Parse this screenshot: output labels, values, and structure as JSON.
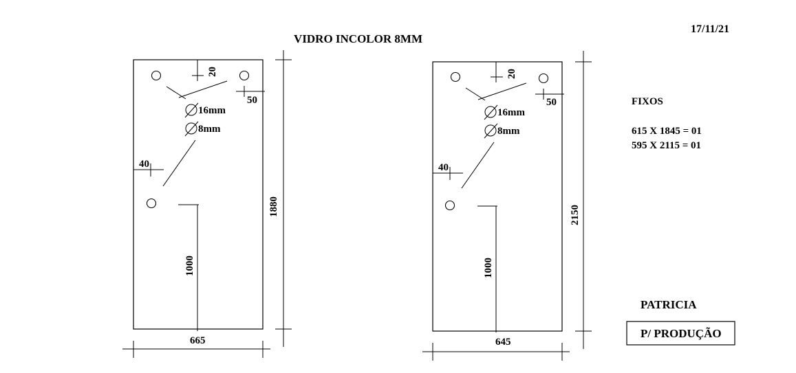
{
  "header": {
    "title": "VIDRO INCOLOR 8MM",
    "date": "17/11/21"
  },
  "panels": [
    {
      "width": "665",
      "height": "1880",
      "top_offset": "20",
      "right_offset": "50",
      "left_offset": "40",
      "hinge_offset": "1000",
      "diameter_large": "16mm",
      "diameter_small": "8mm"
    },
    {
      "width": "645",
      "height": "2150",
      "top_offset": "20",
      "right_offset": "50",
      "left_offset": "40",
      "hinge_offset": "1000",
      "diameter_large": "16mm",
      "diameter_small": "8mm"
    }
  ],
  "notes": {
    "heading": "FIXOS",
    "lines": [
      "615 X 1845 = 01",
      "595 X 2115 = 01"
    ]
  },
  "footer": {
    "name": "PATRICIA",
    "stamp": "P/ PRODUÇÃO"
  }
}
